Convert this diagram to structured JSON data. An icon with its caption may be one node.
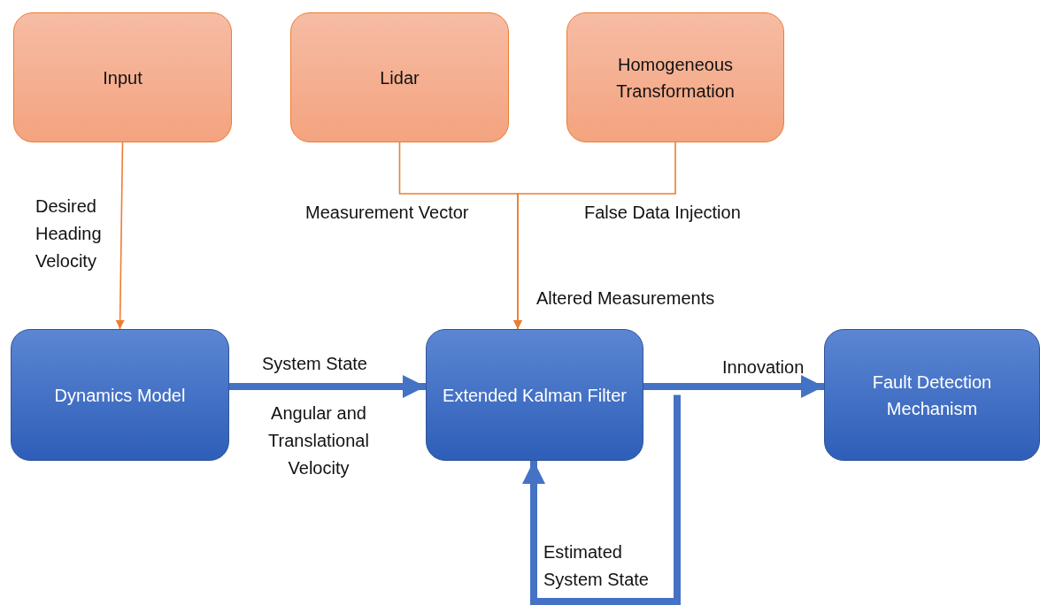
{
  "diagram": {
    "nodes": [
      {
        "text": [
          "Input"
        ]
      },
      {
        "text": [
          "Lidar"
        ]
      },
      {
        "text": [
          "Homogeneous Transformation"
        ]
      },
      {
        "text": [
          "Dynamics Model"
        ]
      },
      {
        "text": [
          "Extended Kalman Filter"
        ]
      },
      {
        "text": [
          "Fault Detection Mechanism"
        ]
      }
    ],
    "edges": [
      {
        "from": 0,
        "to": 3,
        "arrow": "to",
        "label": "Desired Heading Velocity",
        "color": "#ed7d31"
      },
      {
        "from": 1,
        "to": 4,
        "arrow": "to",
        "label": "Measurement Vector",
        "color": "#ed7d31"
      },
      {
        "from": 2,
        "to": 4,
        "arrow": "to",
        "label": "False Data Injection",
        "color": "#ed7d31"
      },
      {
        "from": 3,
        "to": 4,
        "arrow": "to",
        "label": "System State",
        "style": "thick",
        "color": "#4472c4"
      },
      {
        "from": 4,
        "to": 5,
        "arrow": "to",
        "label": "Innovation",
        "style": "thick",
        "color": "#4472c4"
      },
      {
        "from": 4,
        "to": 4,
        "arrow": "to",
        "label": "Estimated System State",
        "style": "thick",
        "color": "#4472c4"
      }
    ],
    "labels": [
      "Altered Measurements",
      "Angular and Translational Velocity"
    ]
  }
}
